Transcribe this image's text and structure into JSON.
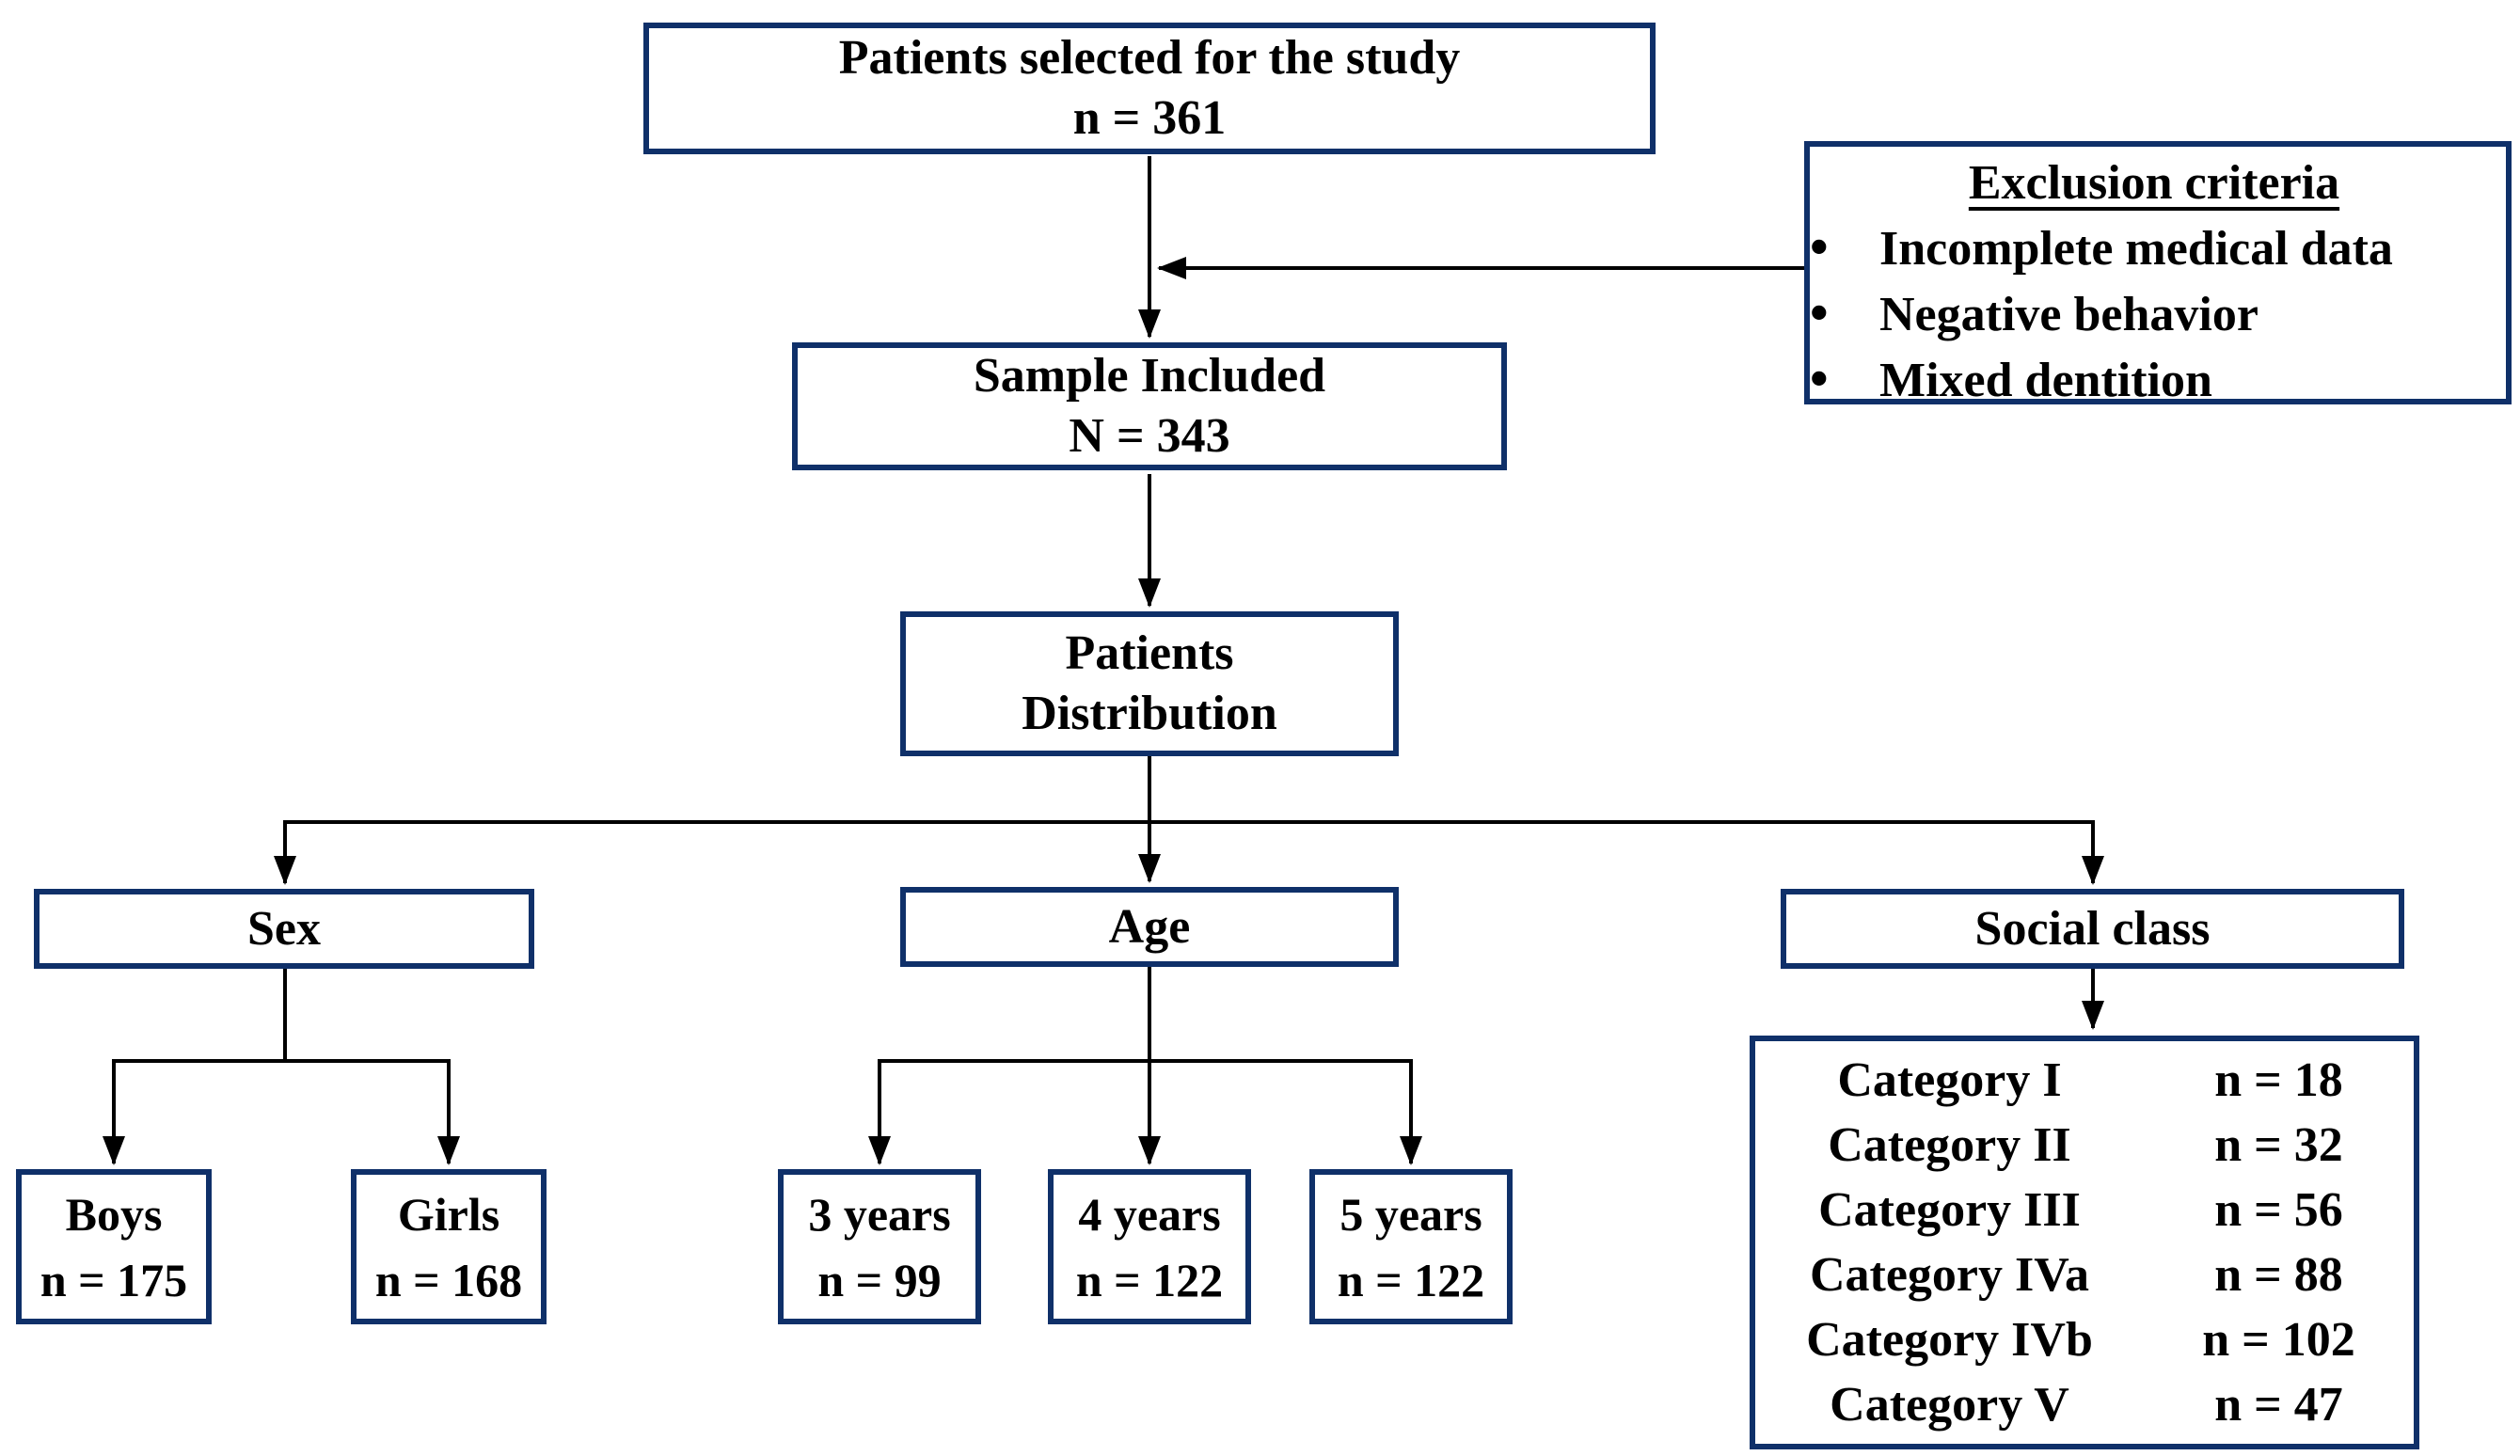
{
  "diagram": {
    "nodes": {
      "selected": {
        "line1": "Patients selected for the study",
        "line2": "n = 361"
      },
      "exclusion": {
        "title": "Exclusion criteria",
        "items": [
          "Incomplete medical data",
          "Negative behavior",
          "Mixed dentition"
        ]
      },
      "sample": {
        "line1": "Sample Included",
        "line2": "N = 343"
      },
      "distribution": {
        "line1": "Patients",
        "line2": "Distribution"
      }
    },
    "branches": {
      "sex": {
        "label": "Sex",
        "children": [
          {
            "line1": "Boys",
            "line2": "n = 175"
          },
          {
            "line1": "Girls",
            "line2": "n = 168"
          }
        ]
      },
      "age": {
        "label": "Age",
        "children": [
          {
            "line1": "3 years",
            "line2": "n = 99"
          },
          {
            "line1": "4 years",
            "line2": "n = 122"
          },
          {
            "line1": "5 years",
            "line2": "n = 122"
          }
        ]
      },
      "social": {
        "label": "Social class",
        "categories": [
          {
            "label": "Category I",
            "value": "n = 18"
          },
          {
            "label": "Category II",
            "value": "n = 32"
          },
          {
            "label": "Category III",
            "value": "n = 56"
          },
          {
            "label": "Category IVa",
            "value": "n = 88"
          },
          {
            "label": "Category IVb",
            "value": "n = 102"
          },
          {
            "label": "Category V",
            "value": "n = 47"
          }
        ]
      }
    },
    "colors": {
      "box_border": "#0f3069",
      "connector": "#000000",
      "text": "#000000",
      "background": "#ffffff"
    }
  }
}
